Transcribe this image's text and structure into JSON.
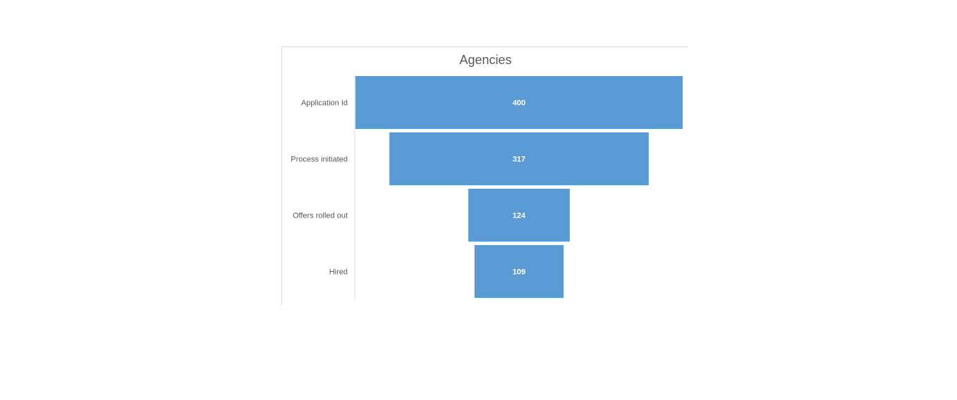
{
  "chart_data": {
    "type": "bar",
    "title": "Agencies",
    "categories": [
      "Application Id",
      "Process initiated",
      "Offers rolled out",
      "Hired"
    ],
    "values": [
      400,
      317,
      124,
      109
    ],
    "bar_color": "#5b9bd5",
    "grid": false,
    "legend": "none"
  }
}
